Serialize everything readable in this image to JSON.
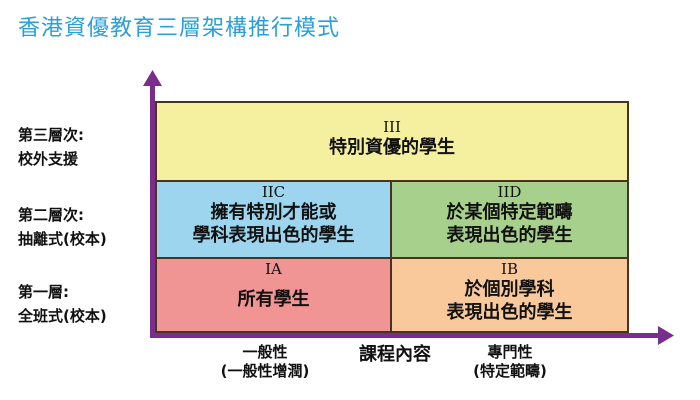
{
  "title": "香港資優教育三層架構推行模式",
  "colors": {
    "title": "#2a9fd8",
    "axis": "#7b2d8e",
    "tier3": "#f5f0a0",
    "iic": "#9dd5ee",
    "iid": "#a8d08d",
    "ia": "#f09494",
    "ib": "#f9c99b"
  },
  "y_labels": [
    {
      "line1": "第三層次:",
      "line2": "校外支援"
    },
    {
      "line1": "第二層次:",
      "line2": "抽離式(校本)"
    },
    {
      "line1": "第一層:",
      "line2": "全班式(校本)"
    }
  ],
  "x_axis": {
    "left_line1": "一般性",
    "left_line2": "(一般性增潤)",
    "center": "課程內容",
    "right_line1": "專門性",
    "right_line2": "(特定範疇)"
  },
  "boxes": {
    "iii": {
      "code": "III",
      "line1": "特別資優的學生"
    },
    "iic": {
      "code": "IIC",
      "line1": "擁有特別才能或",
      "line2": "學科表現出色的學生"
    },
    "iid": {
      "code": "IID",
      "line1": "於某個特定範疇",
      "line2": "表現出色的學生"
    },
    "ia": {
      "code": "IA",
      "line1": "所有學生"
    },
    "ib": {
      "code": "IB",
      "line1": "於個別學科",
      "line2": "表現出色的學生"
    }
  }
}
